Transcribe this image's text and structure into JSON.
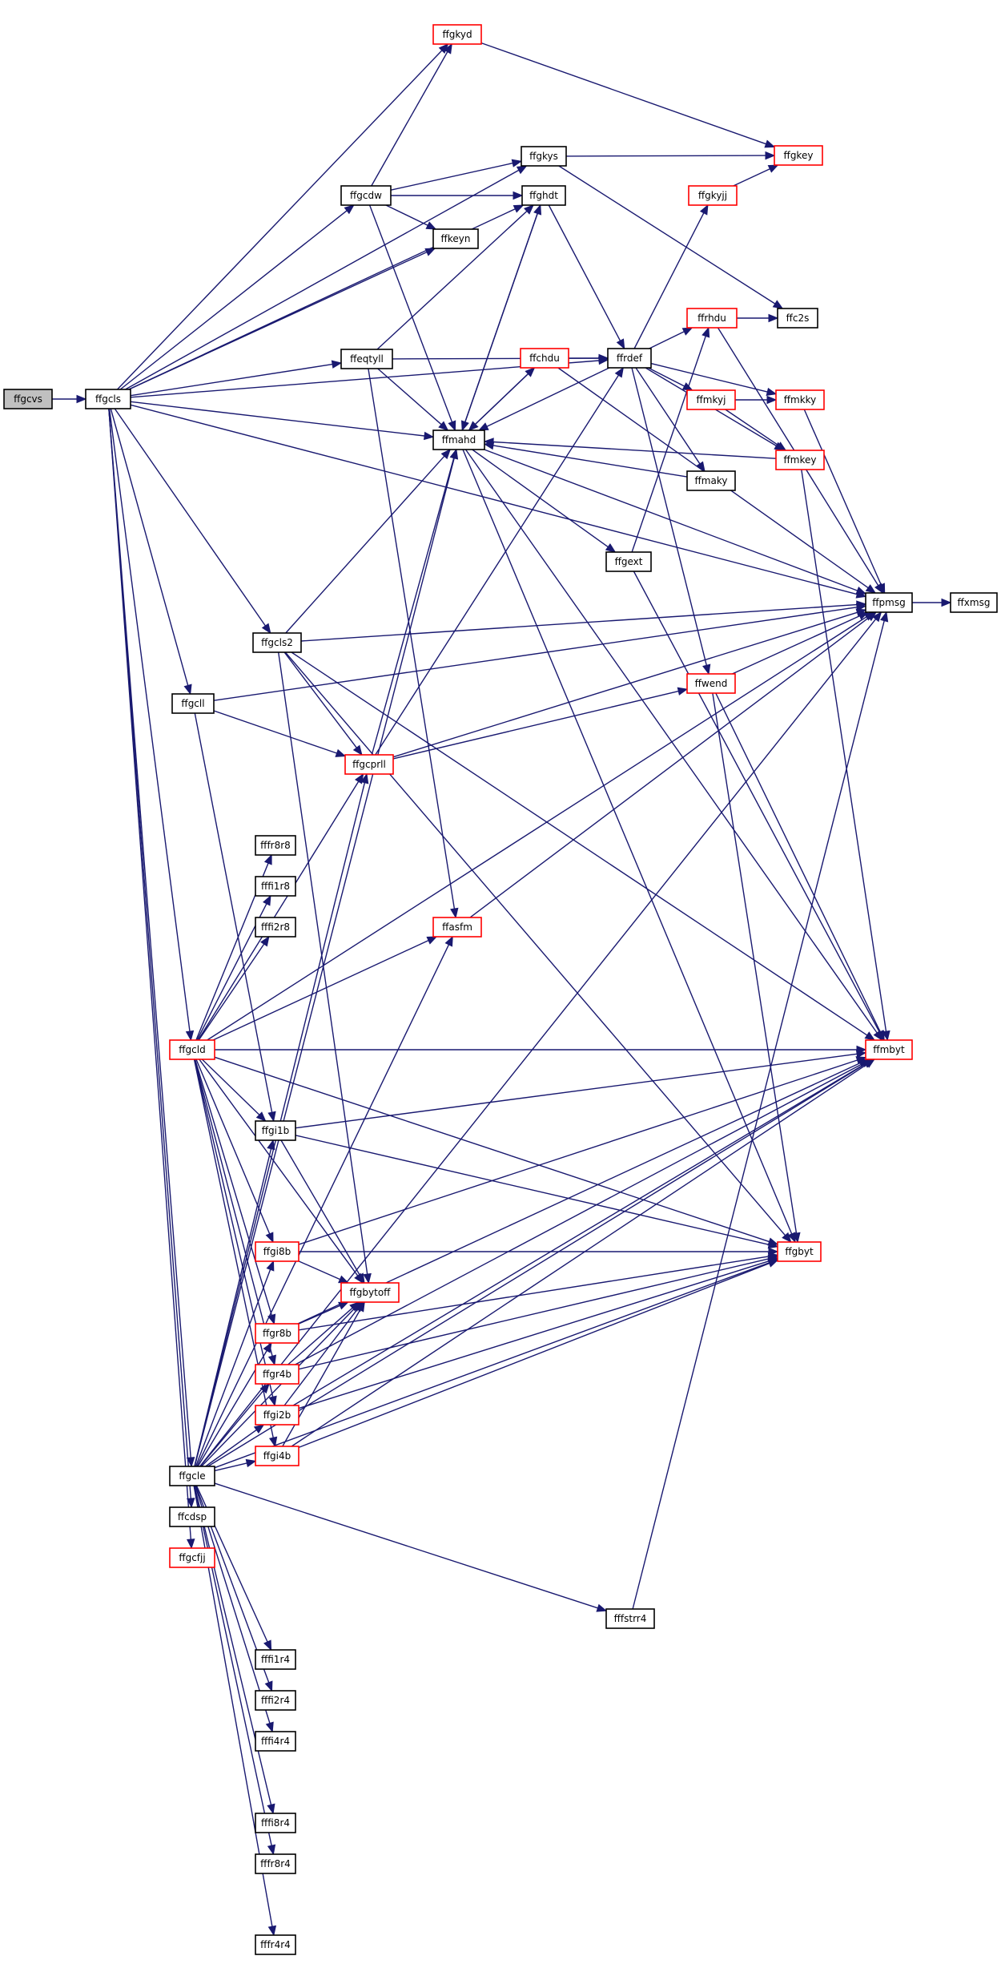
{
  "graph": {
    "root": "ffgcvs",
    "nodes": [
      {
        "id": "ffgcvs",
        "label": "ffgcvs",
        "style": "root"
      },
      {
        "id": "ffgcls",
        "label": "ffgcls",
        "style": "black"
      },
      {
        "id": "ffgkyd",
        "label": "ffgkyd",
        "style": "red"
      },
      {
        "id": "ffgkys",
        "label": "ffgkys",
        "style": "black"
      },
      {
        "id": "ffgkey",
        "label": "ffgkey",
        "style": "red"
      },
      {
        "id": "ffgcdw",
        "label": "ffgcdw",
        "style": "black"
      },
      {
        "id": "ffghdt",
        "label": "ffghdt",
        "style": "black"
      },
      {
        "id": "ffkeyn",
        "label": "ffkeyn",
        "style": "black"
      },
      {
        "id": "ffgkyjj",
        "label": "ffgkyjj",
        "style": "red"
      },
      {
        "id": "ffc2s",
        "label": "ffc2s",
        "style": "black"
      },
      {
        "id": "ffrhdu",
        "label": "ffrhdu",
        "style": "red"
      },
      {
        "id": "ffeqtyll",
        "label": "ffeqtyll",
        "style": "black"
      },
      {
        "id": "ffchdu",
        "label": "ffchdu",
        "style": "red"
      },
      {
        "id": "ffrdef",
        "label": "ffrdef",
        "style": "black"
      },
      {
        "id": "ffmkyj",
        "label": "ffmkyj",
        "style": "red"
      },
      {
        "id": "ffmkky",
        "label": "ffmkky",
        "style": "red"
      },
      {
        "id": "ffmahd",
        "label": "ffmahd",
        "style": "black"
      },
      {
        "id": "ffmkey",
        "label": "ffmkey",
        "style": "red"
      },
      {
        "id": "ffmaky",
        "label": "ffmaky",
        "style": "black"
      },
      {
        "id": "ffgext",
        "label": "ffgext",
        "style": "black"
      },
      {
        "id": "ffpmsg",
        "label": "ffpmsg",
        "style": "black"
      },
      {
        "id": "ffxmsg",
        "label": "ffxmsg",
        "style": "black"
      },
      {
        "id": "ffgcls2",
        "label": "ffgcls2",
        "style": "black"
      },
      {
        "id": "ffwend",
        "label": "ffwend",
        "style": "red"
      },
      {
        "id": "ffgcll",
        "label": "ffgcll",
        "style": "black"
      },
      {
        "id": "ffgcprll",
        "label": "ffgcprll",
        "style": "red"
      },
      {
        "id": "fffr8r8",
        "label": "fffr8r8",
        "style": "black"
      },
      {
        "id": "fffi1r8",
        "label": "fffi1r8",
        "style": "black"
      },
      {
        "id": "fffi2r8",
        "label": "fffi2r8",
        "style": "black"
      },
      {
        "id": "ffasfm",
        "label": "ffasfm",
        "style": "red"
      },
      {
        "id": "ffgcld",
        "label": "ffgcld",
        "style": "red"
      },
      {
        "id": "ffmbyt",
        "label": "ffmbyt",
        "style": "red"
      },
      {
        "id": "ffgi1b",
        "label": "ffgi1b",
        "style": "black"
      },
      {
        "id": "ffgi8b",
        "label": "ffgi8b",
        "style": "red"
      },
      {
        "id": "ffgbyt",
        "label": "ffgbyt",
        "style": "red"
      },
      {
        "id": "ffgbytoff",
        "label": "ffgbytoff",
        "style": "red"
      },
      {
        "id": "ffgr8b",
        "label": "ffgr8b",
        "style": "red"
      },
      {
        "id": "ffgr4b",
        "label": "ffgr4b",
        "style": "red"
      },
      {
        "id": "ffgi2b",
        "label": "ffgi2b",
        "style": "red"
      },
      {
        "id": "ffgi4b",
        "label": "ffgi4b",
        "style": "red"
      },
      {
        "id": "ffgcle",
        "label": "ffgcle",
        "style": "black"
      },
      {
        "id": "ffcdsp",
        "label": "ffcdsp",
        "style": "black"
      },
      {
        "id": "ffgcfjj",
        "label": "ffgcfjj",
        "style": "red"
      },
      {
        "id": "fffstrr4",
        "label": "fffstrr4",
        "style": "black"
      },
      {
        "id": "fffi1r4",
        "label": "fffi1r4",
        "style": "black"
      },
      {
        "id": "fffi2r4",
        "label": "fffi2r4",
        "style": "black"
      },
      {
        "id": "fffi4r4",
        "label": "fffi4r4",
        "style": "black"
      },
      {
        "id": "fffi8r4",
        "label": "fffi8r4",
        "style": "black"
      },
      {
        "id": "fffr8r4",
        "label": "fffr8r4",
        "style": "black"
      },
      {
        "id": "fffr4r4",
        "label": "fffr4r4",
        "style": "black"
      }
    ],
    "edges": [
      [
        "ffgcvs",
        "ffgcls"
      ],
      [
        "ffgcls",
        "ffgkyd"
      ],
      [
        "ffgcls",
        "ffgkys"
      ],
      [
        "ffgcls",
        "ffgcdw"
      ],
      [
        "ffgcls",
        "ffghdt"
      ],
      [
        "ffgcls",
        "ffkeyn"
      ],
      [
        "ffgcls",
        "ffeqtyll"
      ],
      [
        "ffgcls",
        "ffrdef"
      ],
      [
        "ffgcls",
        "ffmahd"
      ],
      [
        "ffgcls",
        "ffpmsg"
      ],
      [
        "ffgcls",
        "ffgcls2"
      ],
      [
        "ffgcls",
        "ffgcll"
      ],
      [
        "ffgcls",
        "ffgcld"
      ],
      [
        "ffgcls",
        "ffgcle"
      ],
      [
        "ffgcls",
        "ffcdsp"
      ],
      [
        "ffgcls",
        "ffgcfjj"
      ],
      [
        "ffgkyd",
        "ffgkey"
      ],
      [
        "ffgkys",
        "ffgkey"
      ],
      [
        "ffgkys",
        "ffc2s"
      ],
      [
        "ffgcdw",
        "ffgkyd"
      ],
      [
        "ffgcdw",
        "ffgkys"
      ],
      [
        "ffgcdw",
        "ffghdt"
      ],
      [
        "ffgcdw",
        "ffkeyn"
      ],
      [
        "ffgcdw",
        "ffmahd"
      ],
      [
        "ffghdt",
        "ffmahd"
      ],
      [
        "ffghdt",
        "ffrdef"
      ],
      [
        "ffgkyjj",
        "ffgkey"
      ],
      [
        "ffrhdu",
        "ffc2s"
      ],
      [
        "ffrhdu",
        "ffpmsg"
      ],
      [
        "ffeqtyll",
        "ffghdt"
      ],
      [
        "ffeqtyll",
        "ffrdef"
      ],
      [
        "ffeqtyll",
        "ffmahd"
      ],
      [
        "ffeqtyll",
        "ffasfm"
      ],
      [
        "ffchdu",
        "ffrdef"
      ],
      [
        "ffchdu",
        "ffpmsg"
      ],
      [
        "ffchdu",
        "ffmahd"
      ],
      [
        "ffrdef",
        "ffgkyjj"
      ],
      [
        "ffrdef",
        "ffrhdu"
      ],
      [
        "ffrdef",
        "ffmkyj"
      ],
      [
        "ffrdef",
        "ffmkky"
      ],
      [
        "ffrdef",
        "ffmahd"
      ],
      [
        "ffrdef",
        "ffmkey"
      ],
      [
        "ffrdef",
        "ffmaky"
      ],
      [
        "ffrdef",
        "ffwend"
      ],
      [
        "ffmkyj",
        "ffmkky"
      ],
      [
        "ffmkyj",
        "ffmkey"
      ],
      [
        "ffmkky",
        "ffpmsg"
      ],
      [
        "ffmahd",
        "ffchdu"
      ],
      [
        "ffmahd",
        "ffghdt"
      ],
      [
        "ffmahd",
        "ffgext"
      ],
      [
        "ffmahd",
        "ffpmsg"
      ],
      [
        "ffmahd",
        "ffmbyt"
      ],
      [
        "ffmahd",
        "ffgbyt"
      ],
      [
        "ffmkey",
        "ffmahd"
      ],
      [
        "ffmkey",
        "ffmbyt"
      ],
      [
        "ffmaky",
        "ffmahd"
      ],
      [
        "ffgext",
        "ffrhdu"
      ],
      [
        "ffgext",
        "ffmbyt"
      ],
      [
        "ffpmsg",
        "ffxmsg"
      ],
      [
        "ffgcls2",
        "ffmahd"
      ],
      [
        "ffgcls2",
        "ffpmsg"
      ],
      [
        "ffgcls2",
        "ffgcprll"
      ],
      [
        "ffgcls2",
        "ffmbyt"
      ],
      [
        "ffgcls2",
        "ffgbytoff"
      ],
      [
        "ffgcls2",
        "ffgbyt"
      ],
      [
        "ffwend",
        "ffpmsg"
      ],
      [
        "ffwend",
        "ffmbyt"
      ],
      [
        "ffwend",
        "ffgbyt"
      ],
      [
        "ffgcll",
        "ffgcprll"
      ],
      [
        "ffgcll",
        "ffpmsg"
      ],
      [
        "ffgcll",
        "ffgi1b"
      ],
      [
        "ffgcprll",
        "ffmahd"
      ],
      [
        "ffgcprll",
        "ffrdef"
      ],
      [
        "ffgcprll",
        "ffwend"
      ],
      [
        "ffgcprll",
        "ffpmsg"
      ],
      [
        "ffasfm",
        "ffpmsg"
      ],
      [
        "ffgcld",
        "ffgcprll"
      ],
      [
        "ffgcld",
        "fffr8r8"
      ],
      [
        "ffgcld",
        "fffi1r8"
      ],
      [
        "ffgcld",
        "fffi2r8"
      ],
      [
        "ffgcld",
        "ffasfm"
      ],
      [
        "ffgcld",
        "ffpmsg"
      ],
      [
        "ffgcld",
        "ffmbyt"
      ],
      [
        "ffgcld",
        "ffgi1b"
      ],
      [
        "ffgcld",
        "ffgbyt"
      ],
      [
        "ffgcld",
        "ffgi8b"
      ],
      [
        "ffgcld",
        "ffgbytoff"
      ],
      [
        "ffgcld",
        "ffgr8b"
      ],
      [
        "ffgcld",
        "ffgr4b"
      ],
      [
        "ffgcld",
        "ffgi2b"
      ],
      [
        "ffgcld",
        "ffgi4b"
      ],
      [
        "ffgi1b",
        "ffmbyt"
      ],
      [
        "ffgi1b",
        "ffgbyt"
      ],
      [
        "ffgi1b",
        "ffgbytoff"
      ],
      [
        "ffgi8b",
        "ffmbyt"
      ],
      [
        "ffgi8b",
        "ffgbyt"
      ],
      [
        "ffgi8b",
        "ffgbytoff"
      ],
      [
        "ffgr8b",
        "ffgbyt"
      ],
      [
        "ffgr8b",
        "ffgbytoff"
      ],
      [
        "ffgr8b",
        "ffmbyt"
      ],
      [
        "ffgr4b",
        "ffgbyt"
      ],
      [
        "ffgr4b",
        "ffgbytoff"
      ],
      [
        "ffgr4b",
        "ffmbyt"
      ],
      [
        "ffgi2b",
        "ffgbyt"
      ],
      [
        "ffgi2b",
        "ffgbytoff"
      ],
      [
        "ffgi2b",
        "ffmbyt"
      ],
      [
        "ffgi4b",
        "ffgbyt"
      ],
      [
        "ffgi4b",
        "ffgbytoff"
      ],
      [
        "ffgi4b",
        "ffmbyt"
      ],
      [
        "ffgcle",
        "ffgcprll"
      ],
      [
        "ffgcle",
        "ffgi1b"
      ],
      [
        "ffgcle",
        "ffgi8b"
      ],
      [
        "ffgcle",
        "ffgbytoff"
      ],
      [
        "ffgcle",
        "ffgr8b"
      ],
      [
        "ffgcle",
        "ffgr4b"
      ],
      [
        "ffgcle",
        "ffgi2b"
      ],
      [
        "ffgcle",
        "ffgi4b"
      ],
      [
        "ffgcle",
        "ffmahd"
      ],
      [
        "ffgcle",
        "ffasfm"
      ],
      [
        "ffgcle",
        "ffgbyt"
      ],
      [
        "ffgcle",
        "ffmbyt"
      ],
      [
        "ffgcle",
        "ffpmsg"
      ],
      [
        "ffgcle",
        "fffstrr4"
      ],
      [
        "ffgcle",
        "fffi1r4"
      ],
      [
        "ffgcle",
        "fffi2r4"
      ],
      [
        "ffgcle",
        "fffi4r4"
      ],
      [
        "ffgcle",
        "fffi8r4"
      ],
      [
        "ffgcle",
        "fffr8r4"
      ],
      [
        "ffgcle",
        "fffr4r4"
      ],
      [
        "fffstrr4",
        "ffpmsg"
      ]
    ]
  }
}
